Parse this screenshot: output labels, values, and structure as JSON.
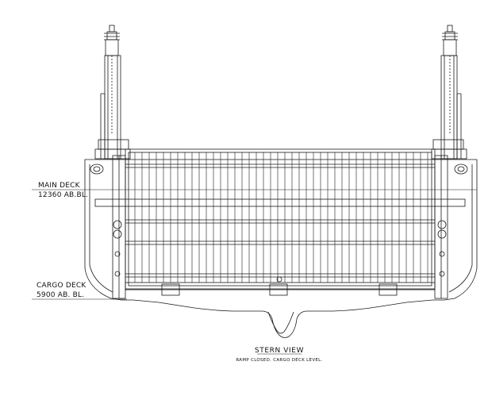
{
  "labels": {
    "main_deck": "MAIN DECK",
    "main_deck_level": "12360 AB.BL.",
    "cargo_deck": "CARGO DECK",
    "cargo_deck_level": "5900 AB. BL.",
    "title": "STERN VIEW",
    "subtitle": "RAMP CLOSED. CARGO DECK LEVEL."
  }
}
